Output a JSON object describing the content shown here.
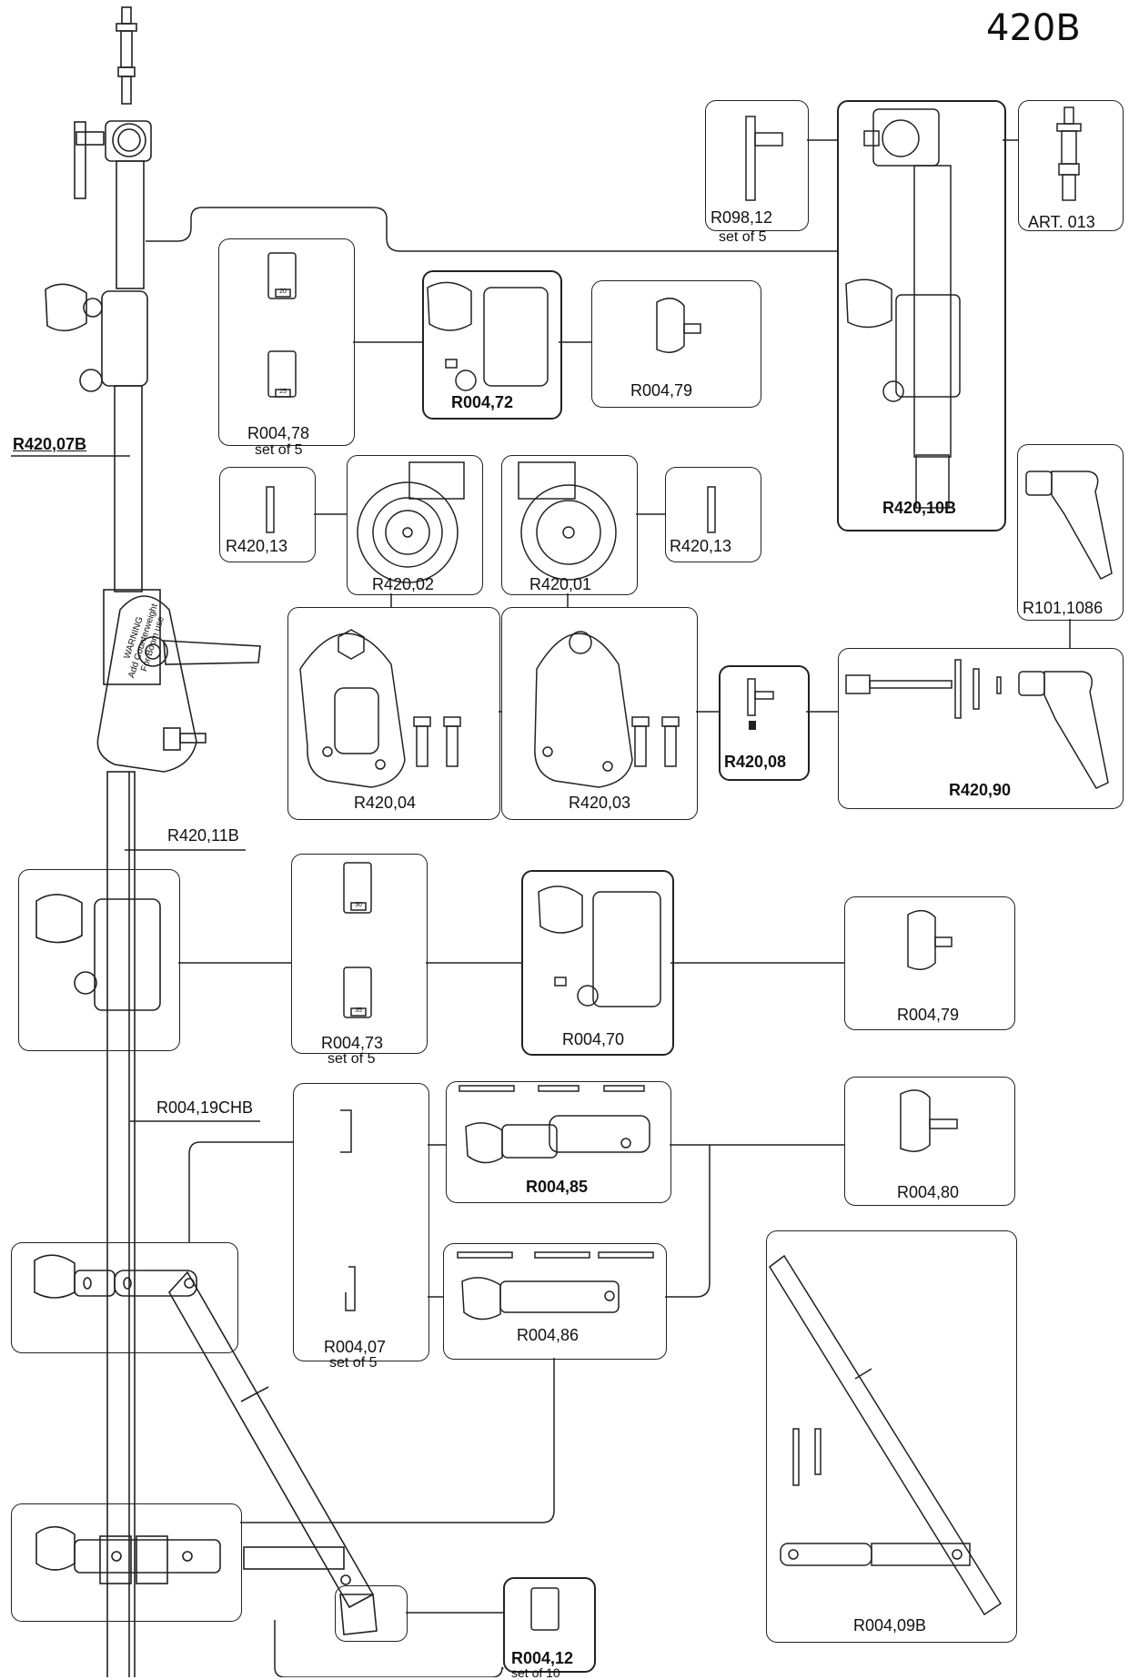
{
  "header": {
    "model": "420B"
  },
  "parts": {
    "r098_12": {
      "code": "R098,12",
      "note": "set of 5"
    },
    "r420_10b": {
      "code": "R420,10B"
    },
    "art_013": {
      "code": "ART. 013"
    },
    "r004_78": {
      "code": "R004,78",
      "note": "set of 5",
      "tags": [
        "20",
        "25"
      ]
    },
    "r004_72": {
      "code": "R004,72"
    },
    "r004_79a": {
      "code": "R004,79"
    },
    "r420_07b": {
      "code": "R420,07B"
    },
    "r420_13a": {
      "code": "R420,13"
    },
    "r420_02": {
      "code": "R420,02"
    },
    "r420_01": {
      "code": "R420,01"
    },
    "r420_13b": {
      "code": "R420,13"
    },
    "r101_1086": {
      "code": "R101,1086"
    },
    "r420_04": {
      "code": "R420,04"
    },
    "r420_03": {
      "code": "R420,03"
    },
    "r420_08": {
      "code": "R420,08"
    },
    "r420_90": {
      "code": "R420,90"
    },
    "r420_11b": {
      "code": "R420,11B"
    },
    "r004_73": {
      "code": "R004,73",
      "note": "set of 5",
      "tags": [
        "30",
        "35"
      ]
    },
    "r004_70": {
      "code": "R004,70"
    },
    "r004_79b": {
      "code": "R004,79"
    },
    "r004_19chb": {
      "code": "R004,19CHB"
    },
    "r004_85": {
      "code": "R004,85"
    },
    "r004_80": {
      "code": "R004,80"
    },
    "r004_07": {
      "code": "R004,07",
      "note": "set of 5"
    },
    "r004_86": {
      "code": "R004,86"
    },
    "r004_09b": {
      "code": "R004,09B"
    },
    "r004_12": {
      "code": "R004,12",
      "note": "set of 10"
    }
  },
  "warning_label": [
    "WARNING",
    "Add Counterweight",
    "For Boom use"
  ]
}
